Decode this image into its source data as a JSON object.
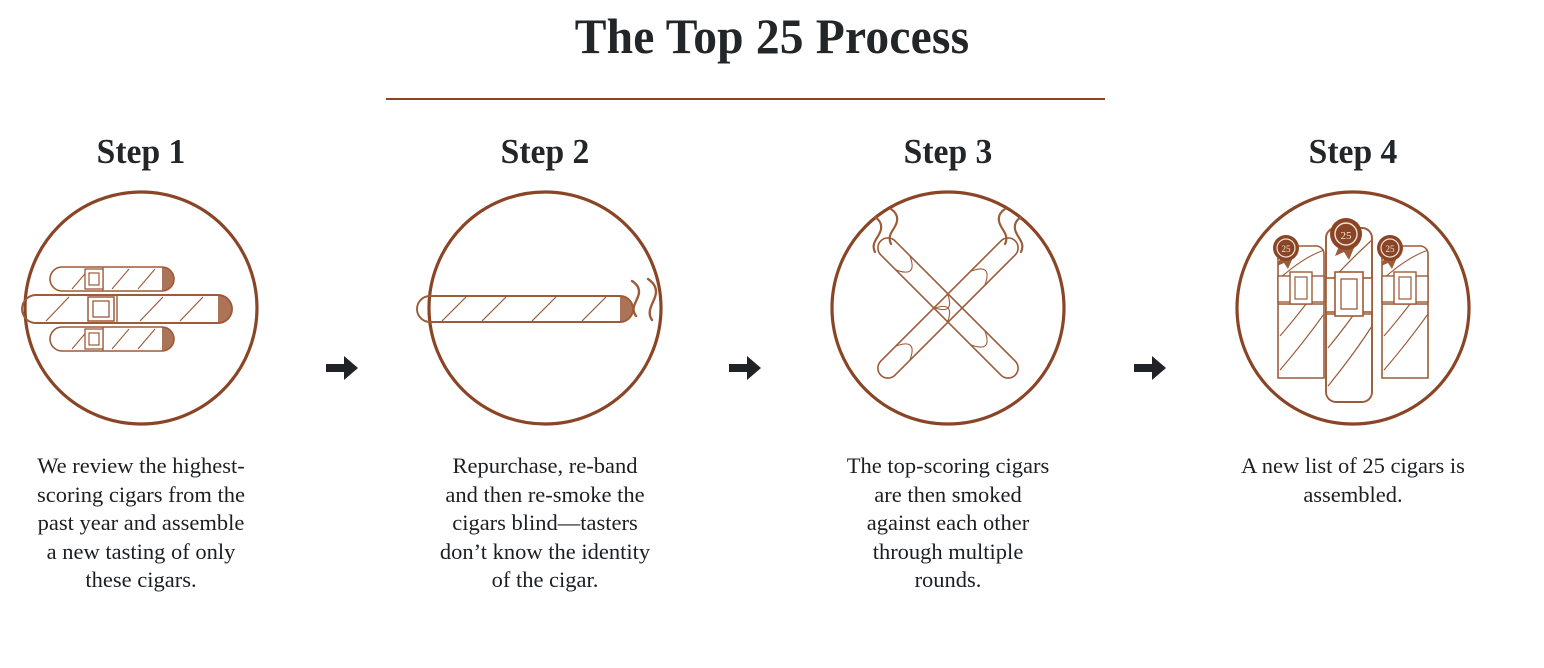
{
  "title": "The Top 25 Process",
  "colors": {
    "brand_brown": "#8A4526",
    "cigar_line": "#9C5B39",
    "title_dark": "#232629",
    "arrow_dark": "#1f2328",
    "background": "#ffffff"
  },
  "divider": {
    "name": "title-divider",
    "color": "#8A4526"
  },
  "steps": [
    {
      "heading": "Step 1",
      "icon": "three-horizontal-banded-cigars-icon",
      "caption": "We review the highest-\nscoring cigars from the\npast year and assemble\na new tasting of only\nthese cigars."
    },
    {
      "heading": "Step 2",
      "icon": "single-smoking-cigar-icon",
      "caption": "Repurchase, re-band\nand then re-smoke the\ncigars blind—tasters\ndon’t know the identity\nof the cigar."
    },
    {
      "heading": "Step 3",
      "icon": "crossed-smoking-cigars-icon",
      "caption": "The top-scoring cigars\nare then smoked\nagainst each other\nthrough multiple\nrounds."
    },
    {
      "heading": "Step 4",
      "icon": "three-award-medal-cigars-icon",
      "caption": "A new list of 25 cigars is\nassembled."
    }
  ],
  "arrows": [
    {
      "name": "arrow-step1-to-step2",
      "glyph": "arrow-right-icon"
    },
    {
      "name": "arrow-step2-to-step3",
      "glyph": "arrow-right-icon"
    },
    {
      "name": "arrow-step3-to-step4",
      "glyph": "arrow-right-icon"
    }
  ]
}
